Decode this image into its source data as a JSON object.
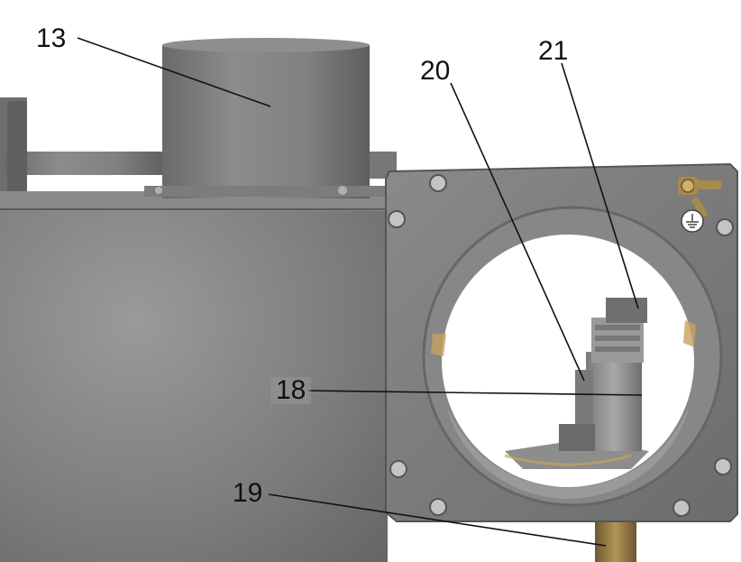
{
  "image": {
    "description_free": true,
    "colors": {
      "background": "#ffffff",
      "metal_light": "#8f8f8f",
      "metal_mid": "#7a7a7a",
      "metal_dark": "#5f5f5f",
      "brass": "#a88a4a"
    }
  },
  "callouts": [
    {
      "id": "13",
      "text": "13"
    },
    {
      "id": "20",
      "text": "20"
    },
    {
      "id": "21",
      "text": "21"
    },
    {
      "id": "18",
      "text": "18"
    },
    {
      "id": "19",
      "text": "19"
    }
  ],
  "icons": {
    "ground_symbol": "ground-symbol-icon"
  }
}
